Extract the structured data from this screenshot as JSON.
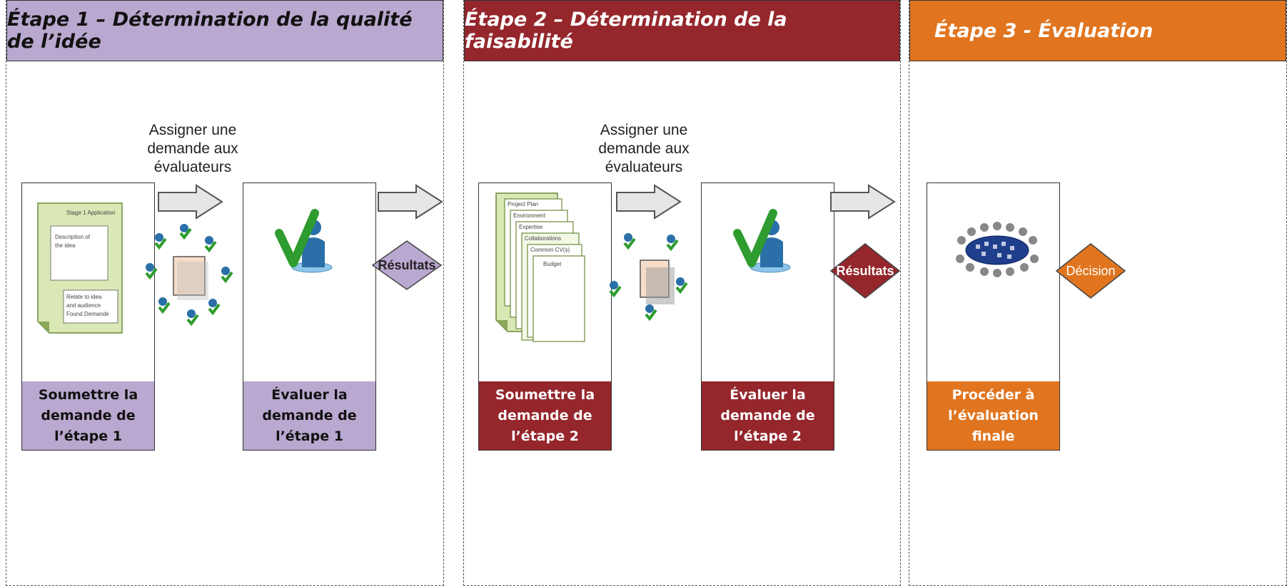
{
  "stages": [
    {
      "title": "Étape 1 – Détermination de la qualité de l’idée",
      "assign_line1": "Assigner une",
      "assign_line2": "demande aux",
      "assign_line3": "évaluateurs",
      "submit_label": "Soumettre la demande de l’étape 1",
      "evaluate_label": "Évaluer la demande de l’étape 1",
      "result_label": "Résultats",
      "doc_title": "Stage 1 Application",
      "doc_lines": [
        "Description of",
        "the idea"
      ],
      "doc_note": [
        "Relate to idea",
        "and audience",
        "Found Demande"
      ]
    },
    {
      "title": "Étape 2 – Détermination de la faisabilité",
      "assign_line1": "Assigner une",
      "assign_line2": "demande aux",
      "assign_line3": "évaluateurs",
      "submit_label": "Soumettre la demande de l’étape 2",
      "evaluate_label": "Évaluer la demande de l’étape 2",
      "result_label": "Résultats",
      "doc_pages": [
        "Project Plan",
        "Environment",
        "Expertise",
        "Collaborations",
        "Common CV(s)",
        "Budget"
      ]
    },
    {
      "title": "Étape 3 - Évaluation",
      "final_label": "Procéder à l’évaluation finale",
      "decision_label": "Décision"
    }
  ],
  "colors": {
    "stage1": "#b9a8cf",
    "stage2": "#94262c",
    "stage3": "#e1751f",
    "check": "#2e9c2e",
    "person": "#2a6fa8"
  }
}
